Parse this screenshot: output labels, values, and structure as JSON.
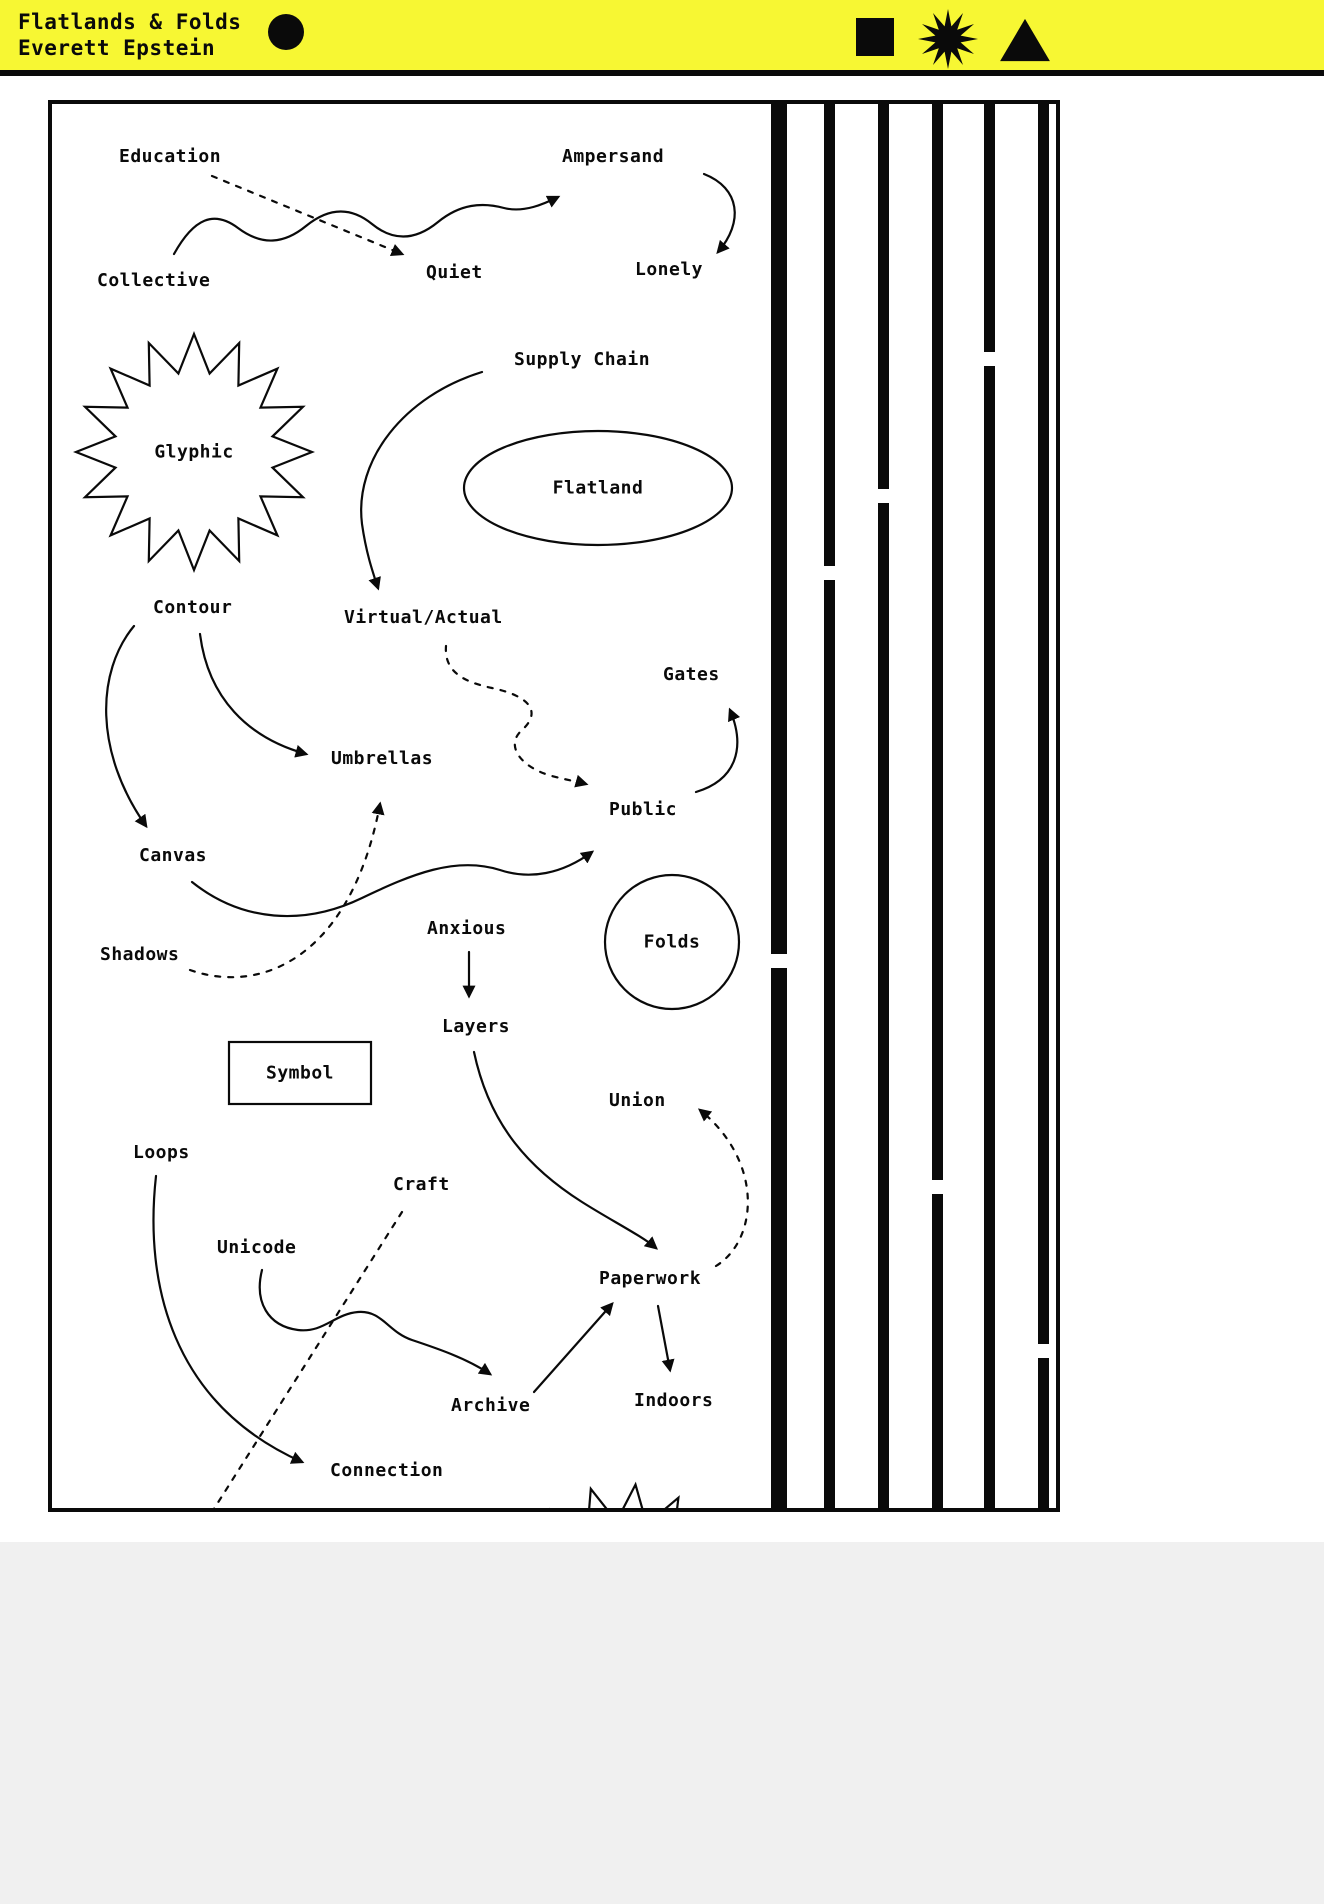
{
  "header": {
    "title_line1": "Flatlands & Folds",
    "title_line2": "Everett Epstein",
    "icons": [
      "circle-icon",
      "square-icon",
      "starburst-icon",
      "triangle-icon"
    ]
  },
  "colors": {
    "header_bg": "#F7F733",
    "ink": "#0a0a0a",
    "paper": "#ffffff",
    "below_fold_bg": "#f0f0f0"
  },
  "nodes": {
    "education": "Education",
    "ampersand": "Ampersand",
    "collective": "Collective",
    "quiet": "Quiet",
    "lonely": "Lonely",
    "supply_chain": "Supply Chain",
    "glyphic": "Glyphic",
    "flatland": "Flatland",
    "contour": "Contour",
    "virtual_actual": "Virtual/Actual",
    "gates": "Gates",
    "umbrellas": "Umbrellas",
    "public": "Public",
    "canvas": "Canvas",
    "shadows": "Shadows",
    "anxious": "Anxious",
    "folds": "Folds",
    "layers": "Layers",
    "symbol": "Symbol",
    "union": "Union",
    "loops": "Loops",
    "craft": "Craft",
    "unicode": "Unicode",
    "paperwork": "Paperwork",
    "archive": "Archive",
    "indoors": "Indoors",
    "connection": "Connection"
  },
  "node_shapes": {
    "glyphic": "starburst",
    "flatland": "ellipse",
    "folds": "circle",
    "symbol": "rectangle"
  },
  "edges": [
    {
      "from": "education",
      "to": "quiet",
      "style": "dashed"
    },
    {
      "from": "collective",
      "to": "ampersand",
      "style": "wavy"
    },
    {
      "from": "ampersand",
      "to": "lonely",
      "style": "solid"
    },
    {
      "from": "supply_chain",
      "to": "virtual_actual",
      "style": "solid"
    },
    {
      "from": "contour",
      "to": "umbrellas",
      "style": "solid"
    },
    {
      "from": "contour",
      "to": "canvas",
      "style": "solid"
    },
    {
      "from": "virtual_actual",
      "to": "public",
      "style": "dashed-wavy"
    },
    {
      "from": "public",
      "to": "gates",
      "style": "solid"
    },
    {
      "from": "canvas",
      "to": "public",
      "style": "wavy"
    },
    {
      "from": "shadows",
      "to": "umbrellas",
      "style": "dashed"
    },
    {
      "from": "anxious",
      "to": "layers",
      "style": "solid"
    },
    {
      "from": "layers",
      "to": "paperwork",
      "style": "solid"
    },
    {
      "from": "paperwork",
      "to": "union",
      "style": "dashed"
    },
    {
      "from": "loops",
      "to": "connection",
      "style": "solid"
    },
    {
      "from": "craft",
      "to": "offpage-bottom",
      "style": "dashed"
    },
    {
      "from": "unicode",
      "to": "archive",
      "style": "wavy"
    },
    {
      "from": "archive",
      "to": "paperwork",
      "style": "solid"
    },
    {
      "from": "paperwork",
      "to": "indoors",
      "style": "solid"
    }
  ]
}
